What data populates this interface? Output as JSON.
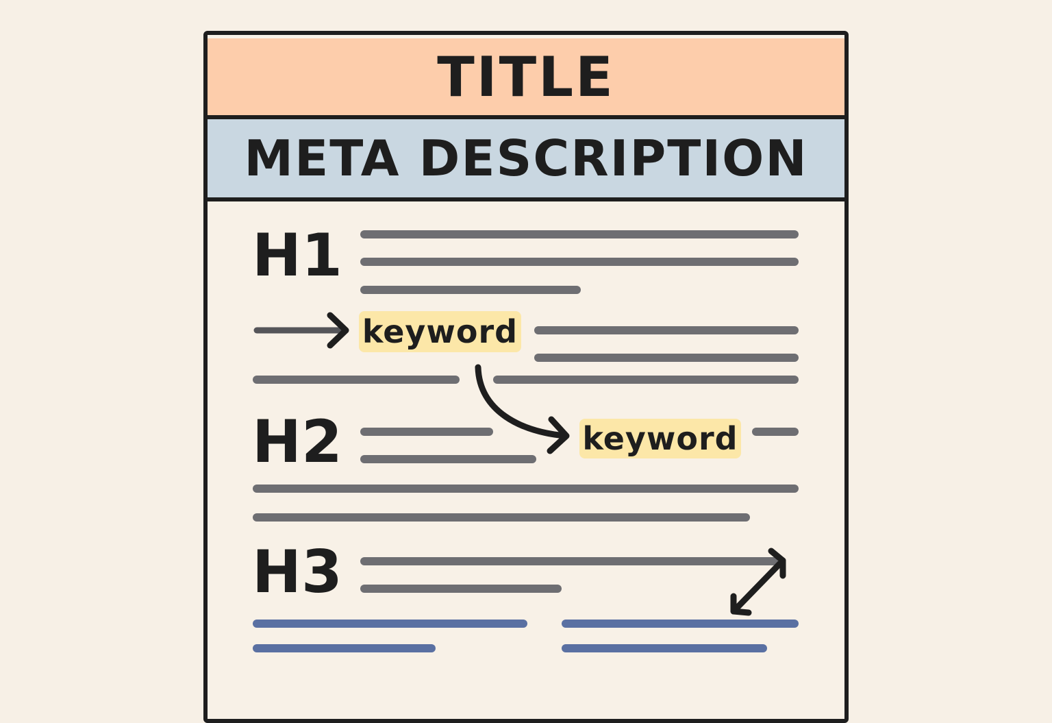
{
  "document": {
    "title": "TITLE",
    "meta_description": "META DESCRIPTION",
    "headings": {
      "h1": "H1",
      "h2": "H2",
      "h3": "H3"
    },
    "keywords": [
      "keyword",
      "keyword"
    ]
  },
  "colors": {
    "title_band": "#fdcdab",
    "meta_band": "#c9d7e1",
    "keyword_highlight": "#fce7a8",
    "text_line": "#6e6e72",
    "link_line": "#5a70a2",
    "outline": "#1e1e1e"
  }
}
